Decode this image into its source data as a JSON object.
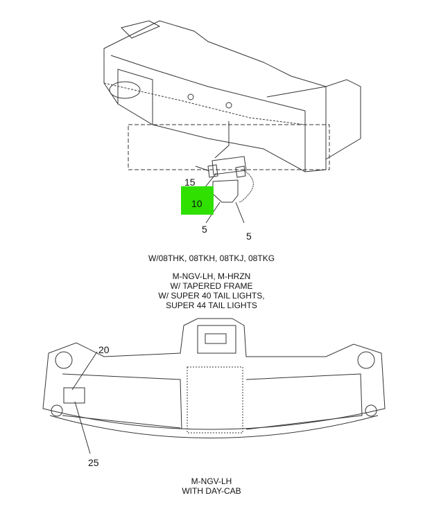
{
  "callouts": {
    "top": [
      "15",
      "10",
      "5",
      "5"
    ],
    "bottom": [
      "20",
      "25"
    ]
  },
  "highlight_color": "#2fe000",
  "captions": {
    "top_models": "W/08THK, 08TKH, 08TKJ, 08TKG",
    "top_config": [
      "M-NGV-LH, M-HRZN",
      "W/ TAPERED FRAME",
      "W/ SUPER 40 TAIL LIGHTS,",
      "SUPER 44 TAIL LIGHTS"
    ],
    "bottom_config": [
      "M-NGV-LH",
      "WITH DAY-CAB"
    ]
  }
}
